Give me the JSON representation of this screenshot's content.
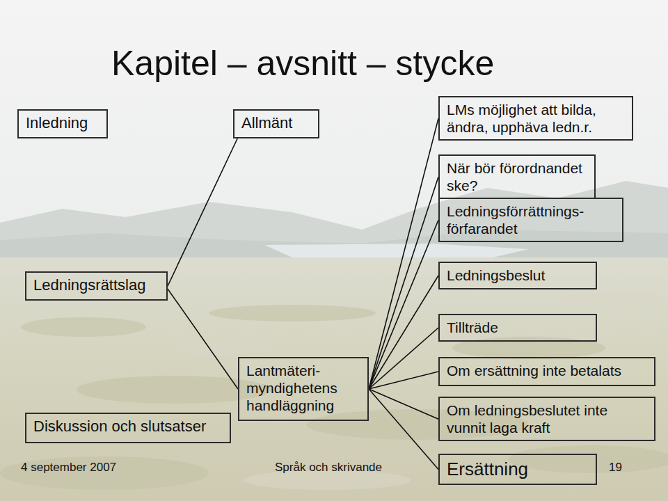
{
  "diagram": {
    "title": "Kapitel – avsnitt – stycke",
    "nodes": [
      {
        "text": [
          "Inledning"
        ]
      },
      {
        "text": [
          "Allmänt"
        ]
      },
      {
        "text": [
          "LMs möjlighet att bilda, ändra, upphäva ledn.r."
        ]
      },
      {
        "text": [
          "När bör förordnandet ske?"
        ]
      },
      {
        "text": [
          "Ledningsförrättnings- förfarandet"
        ]
      },
      {
        "text": [
          "Ledningsrättslag"
        ]
      },
      {
        "text": [
          "Ledningsbeslut"
        ]
      },
      {
        "text": [
          "Tillträde"
        ]
      },
      {
        "text": [
          "Lantmäteri- myndighetens handläggning"
        ]
      },
      {
        "text": [
          "Om ersättning inte betalats"
        ]
      },
      {
        "text": [
          "Diskussion och slutsatser"
        ]
      },
      {
        "text": [
          "Om ledningsbeslutet inte vunnit laga kraft"
        ]
      },
      {
        "text": [
          "Ersättning"
        ]
      }
    ],
    "edges": [
      {
        "from": 5,
        "to": 1,
        "arrow": "none"
      },
      {
        "from": 5,
        "to": 8,
        "arrow": "none"
      },
      {
        "from": 8,
        "to": 2,
        "arrow": "none"
      },
      {
        "from": 8,
        "to": 3,
        "arrow": "none"
      },
      {
        "from": 8,
        "to": 4,
        "arrow": "none"
      },
      {
        "from": 8,
        "to": 6,
        "arrow": "none"
      },
      {
        "from": 8,
        "to": 7,
        "arrow": "none"
      },
      {
        "from": 8,
        "to": 9,
        "arrow": "none"
      },
      {
        "from": 8,
        "to": 11,
        "arrow": "none"
      },
      {
        "from": 8,
        "to": 12,
        "arrow": "none"
      }
    ],
    "labels": [
      "4 september 2007",
      "Språk och skrivande",
      "19"
    ]
  }
}
